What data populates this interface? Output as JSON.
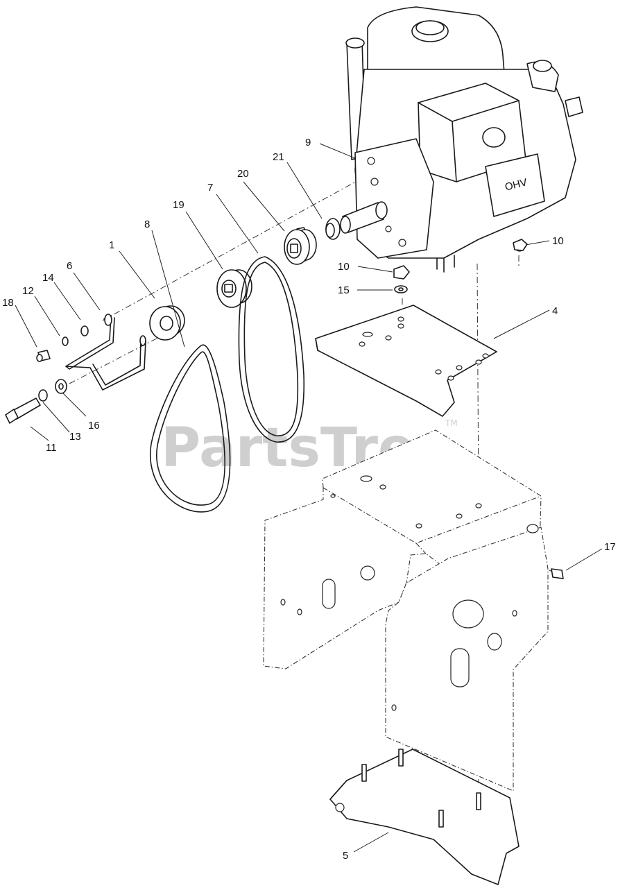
{
  "watermark": {
    "brand": "PartsTree",
    "trademark": "TM"
  },
  "callouts": {
    "c1": "1",
    "c4": "4",
    "c5": "5",
    "c6": "6",
    "c7": "7",
    "c8": "8",
    "c9": "9",
    "c10a": "10",
    "c10b": "10",
    "c11": "11",
    "c12": "12",
    "c13": "13",
    "c14": "14",
    "c15": "15",
    "c16": "16",
    "c17": "17",
    "c18": "18",
    "c19": "19",
    "c20": "20",
    "c21": "21"
  },
  "engine": {
    "badge": "OHV"
  }
}
